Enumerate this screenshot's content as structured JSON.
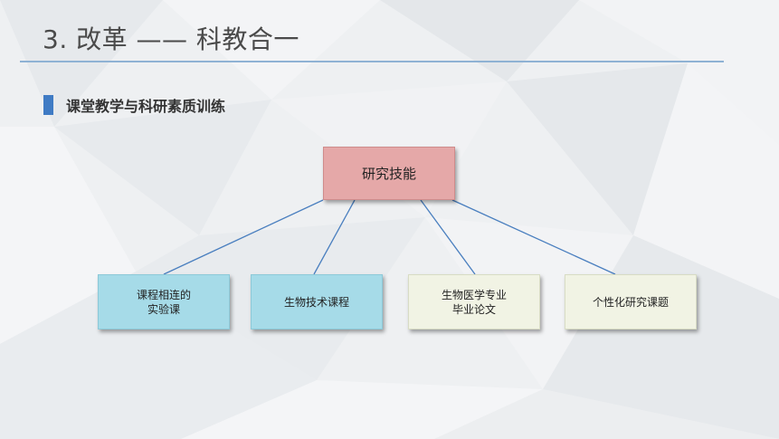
{
  "slide": {
    "title": "3. 改革 —— 科教合一",
    "section_heading": "课堂教学与科研素质训练"
  },
  "diagram": {
    "root": {
      "label": "研究技能",
      "color": "#e5a8a8"
    },
    "children": [
      {
        "label": "课程相连的\n实验课",
        "color": "#a6dbe8"
      },
      {
        "label": "生物技术课程",
        "color": "#a6dbe8"
      },
      {
        "label": "生物医学专业\n毕业论文",
        "color": "#f1f3e4"
      },
      {
        "label": "个性化研究课题",
        "color": "#f1f3e4"
      }
    ],
    "connector_color": "#4a7fbf",
    "accent_color": "#3f7bc4"
  }
}
